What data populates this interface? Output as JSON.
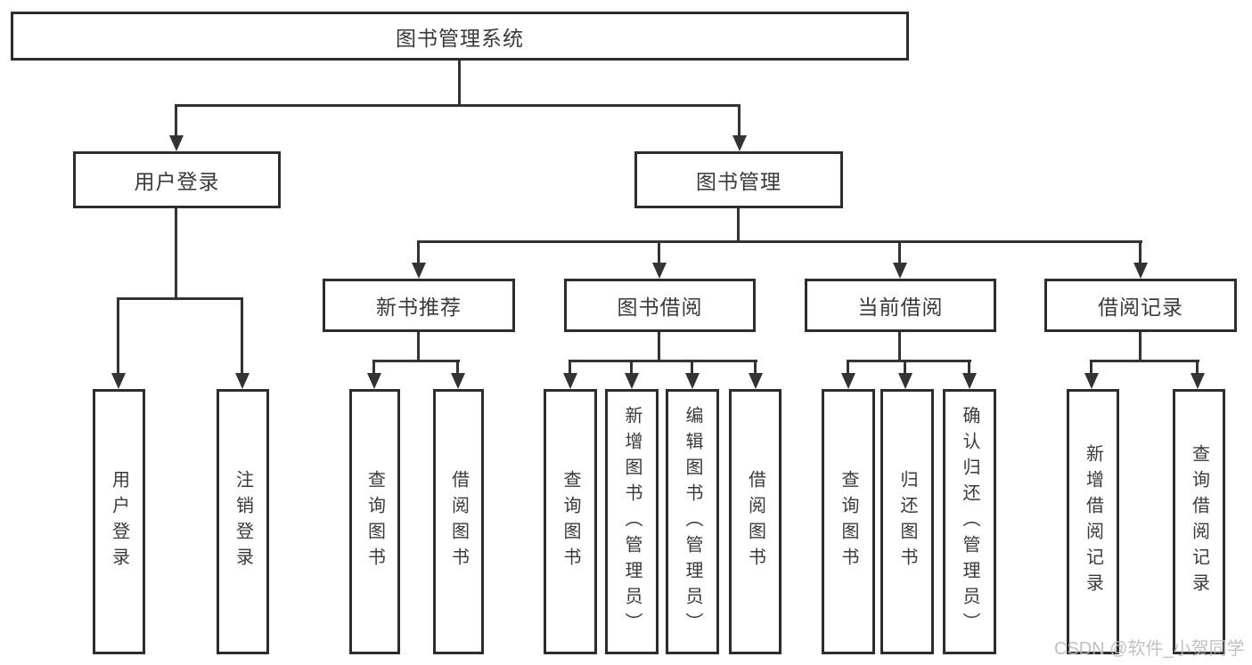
{
  "diagram": {
    "title": "图书管理系统",
    "root": {
      "label": "图书管理系统"
    },
    "level2": [
      {
        "label": "用户登录"
      },
      {
        "label": "图书管理"
      }
    ],
    "level3": [
      {
        "label": "新书推荐"
      },
      {
        "label": "图书借阅"
      },
      {
        "label": "当前借阅"
      },
      {
        "label": "借阅记录"
      }
    ],
    "leaves": {
      "user_login": [
        "用户登录",
        "注销登录"
      ],
      "new_book_recommend": [
        "查询图书",
        "借阅图书"
      ],
      "book_borrow": [
        "查询图书",
        "新增图书（管理员）",
        "编辑图书（管理员）",
        "借阅图书"
      ],
      "current_borrow": [
        "查询图书",
        "归还图书",
        "确认归还（管理员）"
      ],
      "borrow_record": [
        "新增借阅记录",
        "查询借阅记录"
      ]
    }
  },
  "watermark": {
    "text": "CSDN @软件_小贺同学"
  },
  "colors": {
    "line": "#333333",
    "box_border": "#2d2d2d",
    "text": "#3a3a3a",
    "watermark": "#bbbbbb",
    "background": "#ffffff"
  }
}
